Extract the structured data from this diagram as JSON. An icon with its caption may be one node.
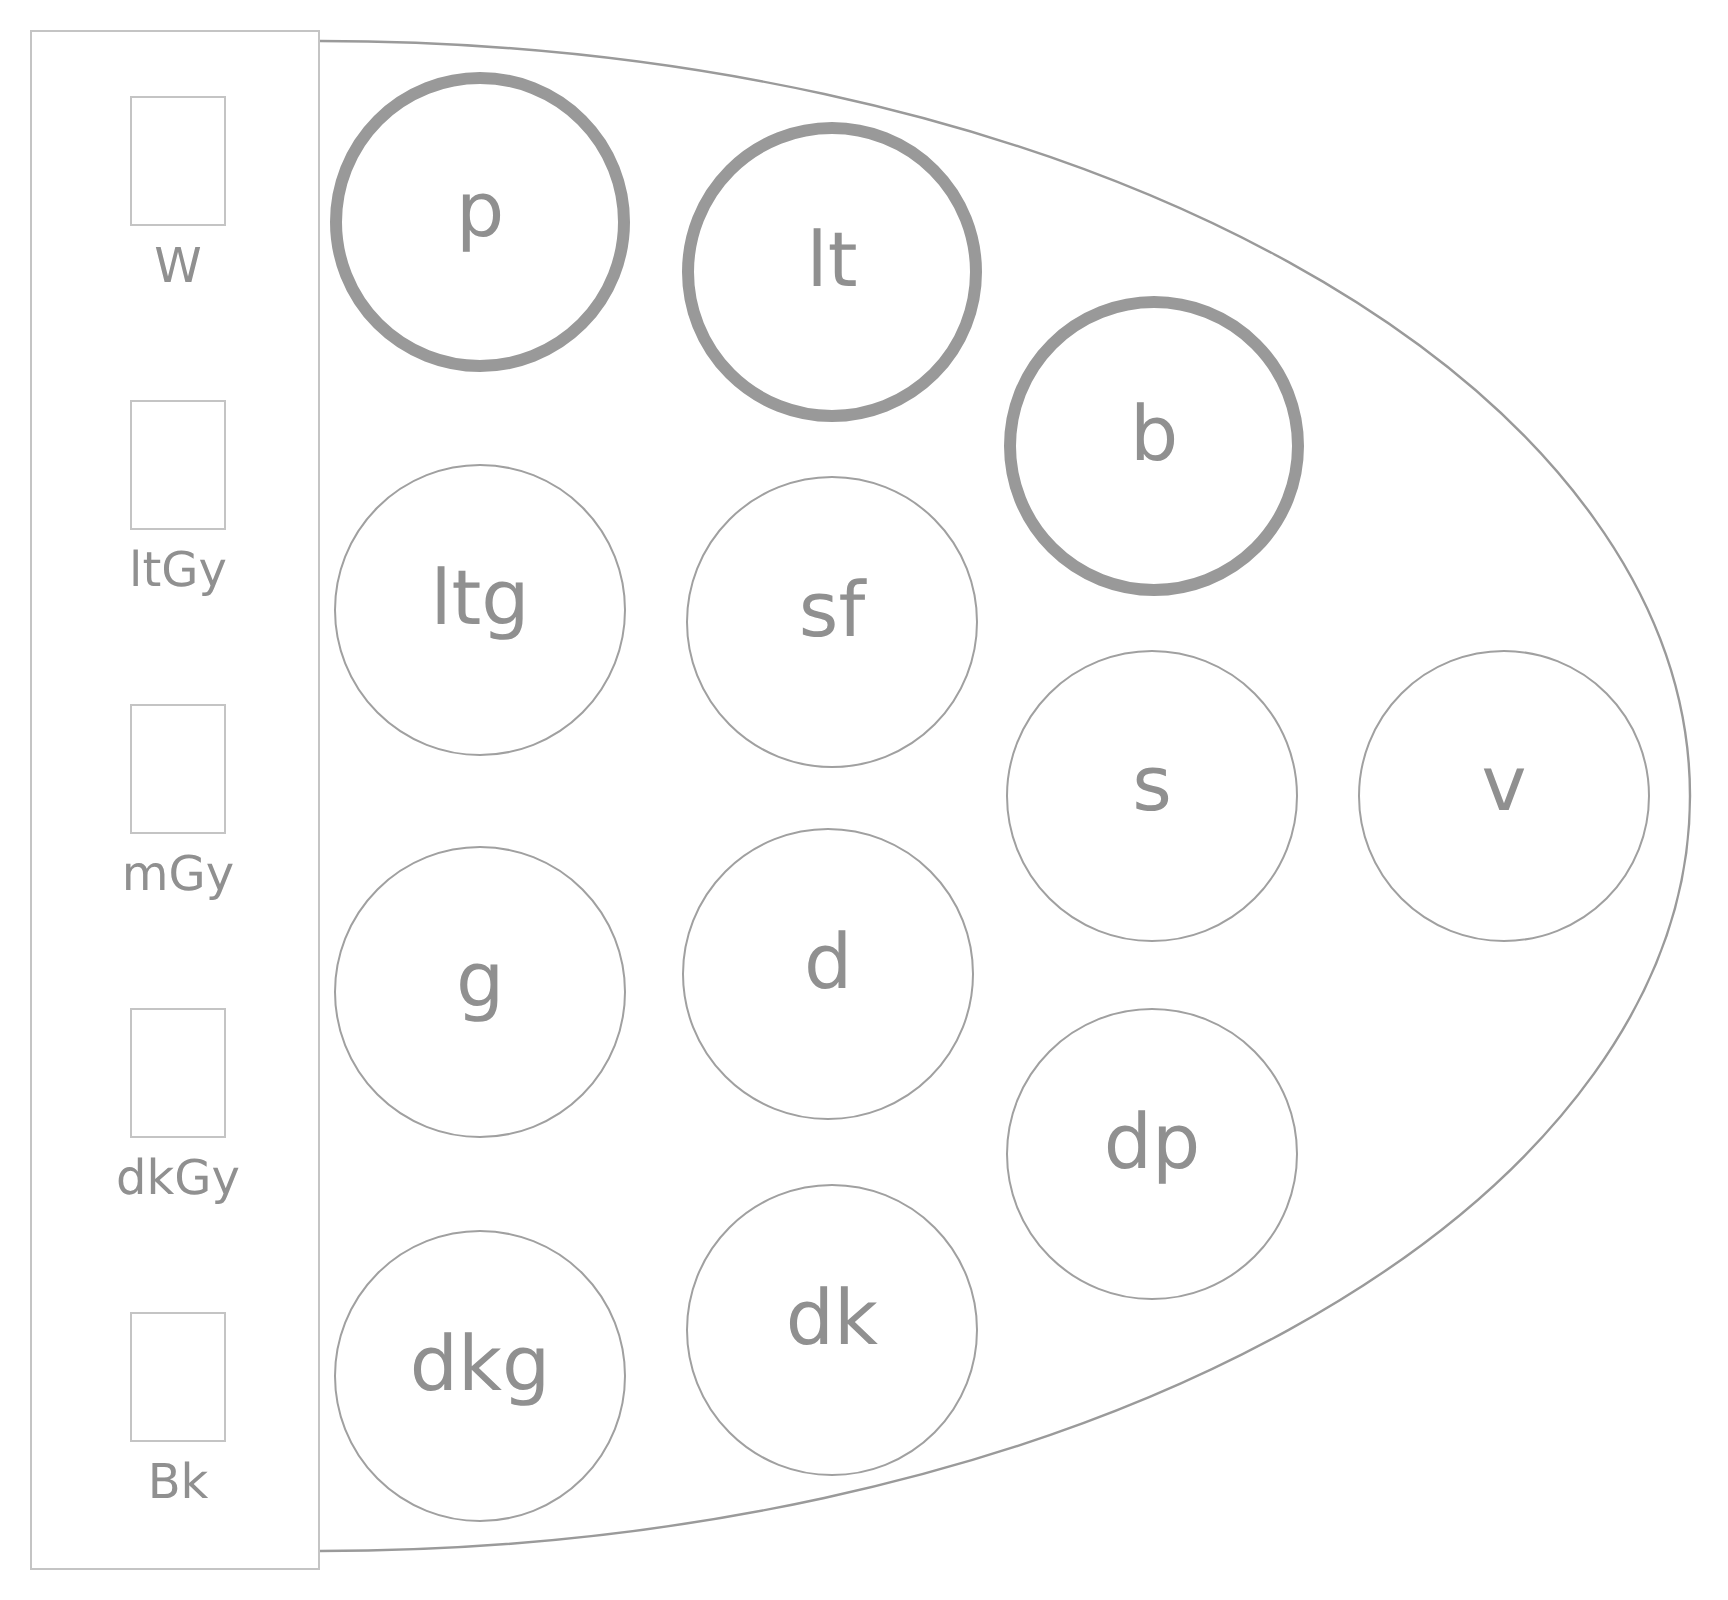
{
  "diagram": {
    "nodes": [
      {
        "text": [],
        "shape": "box"
      },
      {
        "text": [],
        "shape": "box",
        "in": 0,
        "beside": [
          "W"
        ]
      },
      {
        "text": [],
        "shape": "box",
        "in": 0,
        "beside": [
          "ltGy"
        ]
      },
      {
        "text": [],
        "shape": "box",
        "in": 0,
        "beside": [
          "mGy"
        ]
      },
      {
        "text": [],
        "shape": "box",
        "in": 0,
        "beside": [
          "dkGy"
        ]
      },
      {
        "text": [],
        "shape": "box",
        "in": 0,
        "beside": [
          "Bk"
        ]
      },
      {
        "text": [],
        "shape": "ellipse"
      },
      {
        "text": [
          "p"
        ],
        "in": 6
      },
      {
        "text": [
          "ltg"
        ],
        "in": 6
      },
      {
        "text": [
          "g"
        ],
        "in": 6
      },
      {
        "text": [
          "dkg"
        ],
        "in": 6
      },
      {
        "text": [
          "lt"
        ],
        "in": 6
      },
      {
        "text": [
          "sf"
        ],
        "in": 6
      },
      {
        "text": [
          "d"
        ],
        "in": 6
      },
      {
        "text": [
          "dk"
        ],
        "in": 6
      },
      {
        "text": [
          "b"
        ],
        "in": 6
      },
      {
        "text": [
          "s"
        ],
        "in": 6
      },
      {
        "text": [
          "dp"
        ],
        "in": 6
      },
      {
        "text": [
          "v"
        ],
        "in": 6
      }
    ]
  }
}
